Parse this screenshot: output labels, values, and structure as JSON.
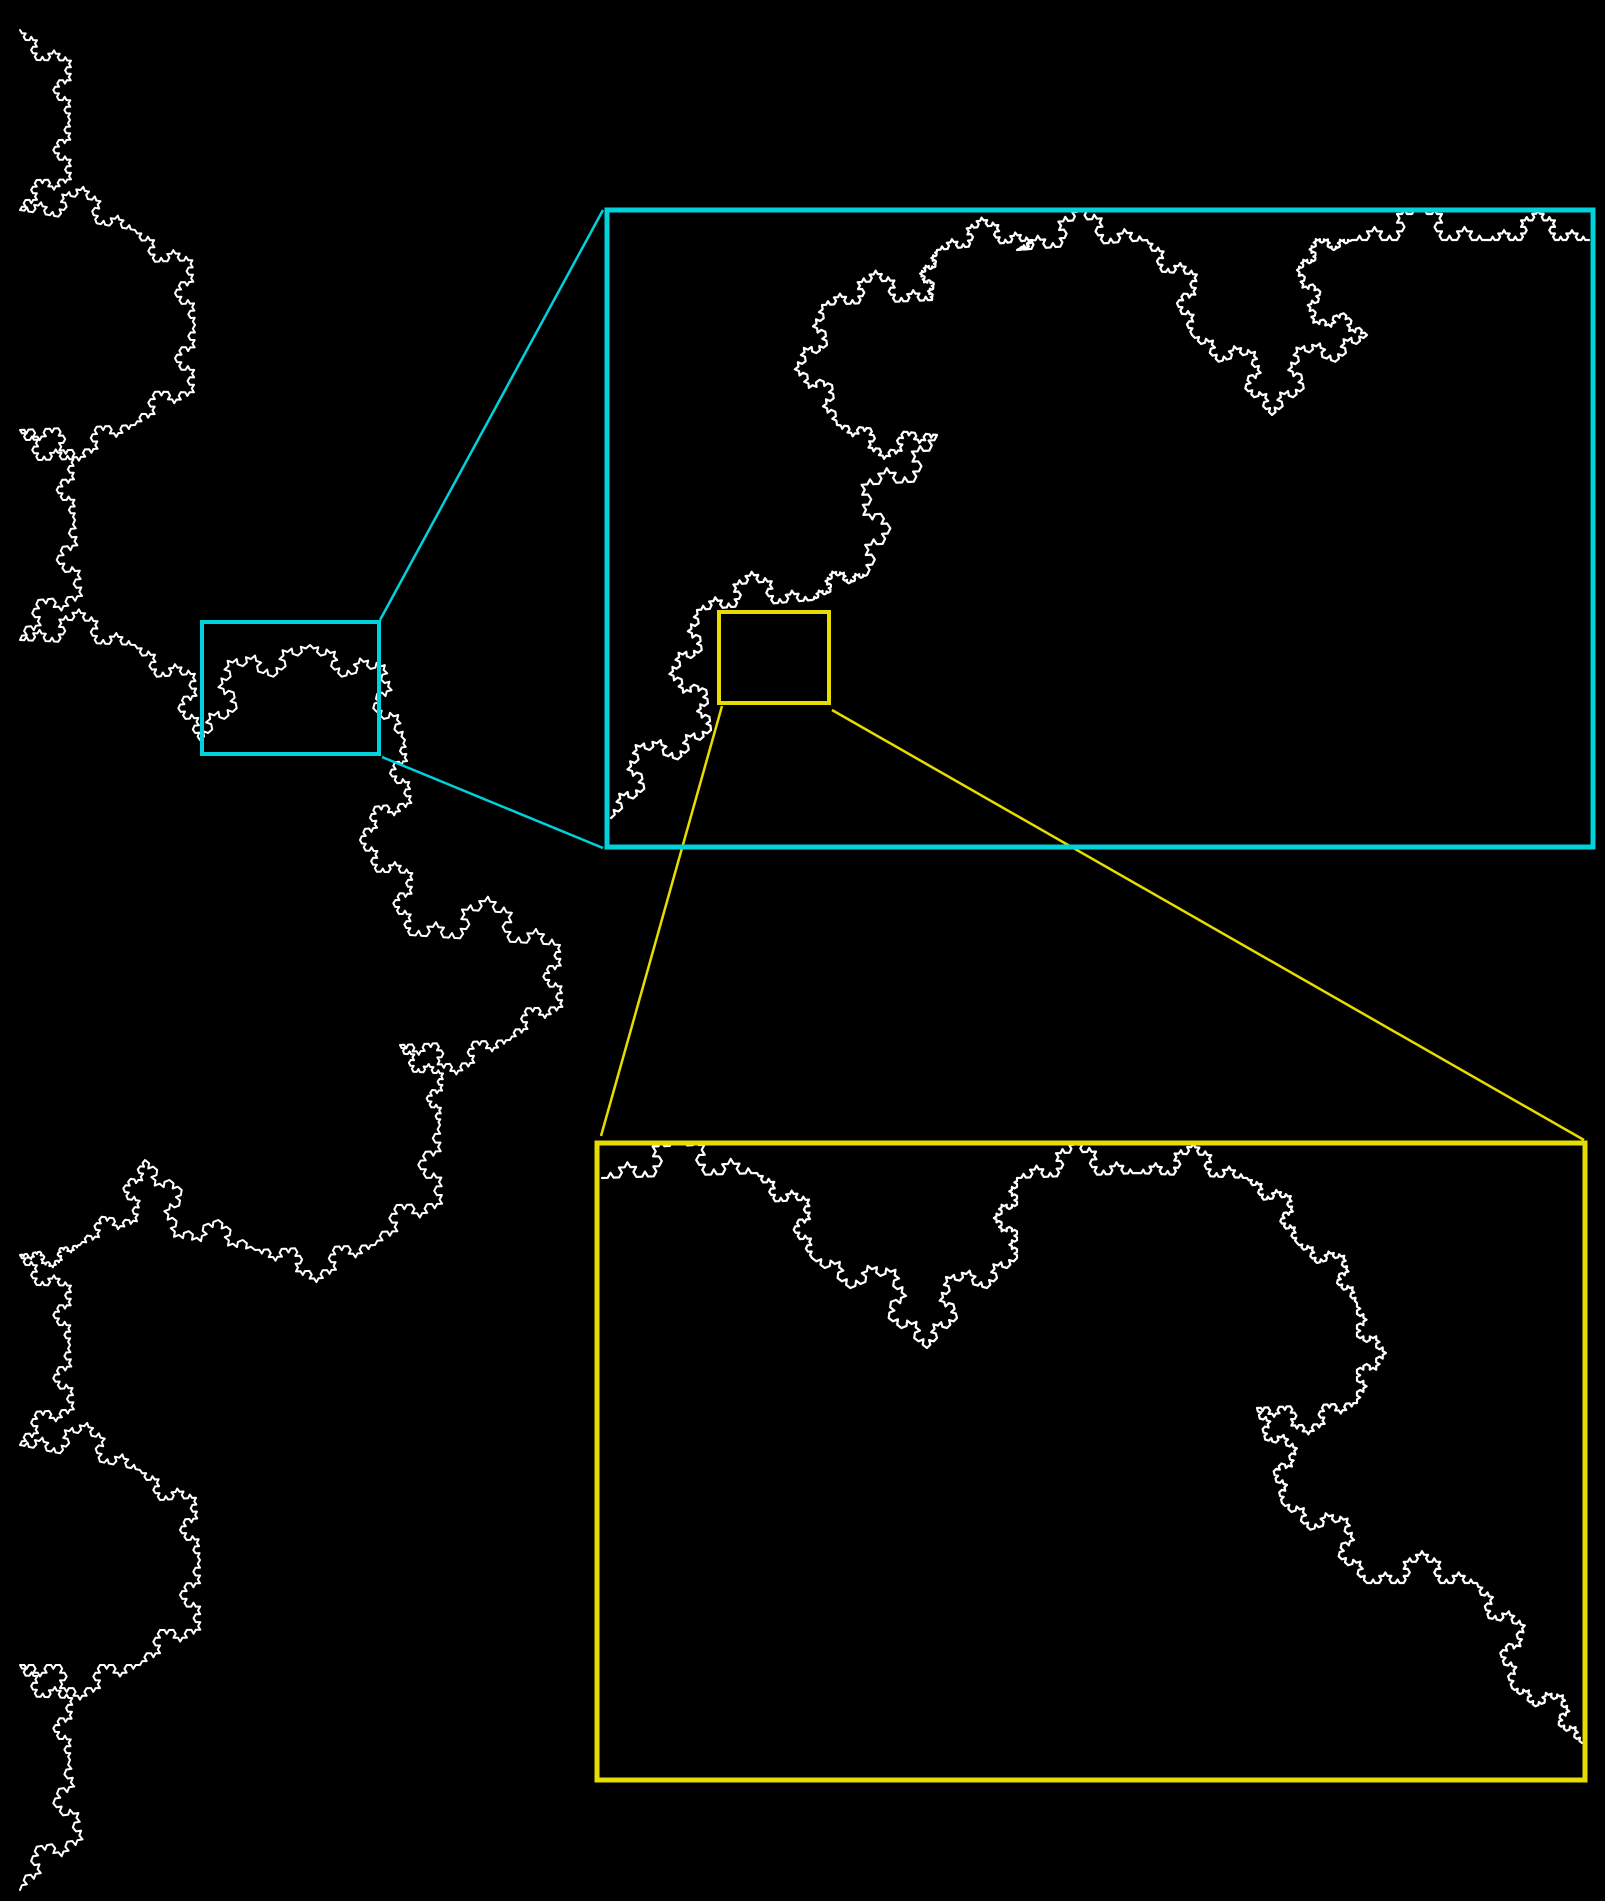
{
  "figure": {
    "subject": "koch-snowflake-zoom",
    "background": "#000000",
    "curve_color": "#ffffff",
    "zooms": [
      {
        "name": "level-1-zoom",
        "color": "#00d2dc"
      },
      {
        "name": "level-2-zoom",
        "color": "#e6dc00"
      }
    ]
  }
}
